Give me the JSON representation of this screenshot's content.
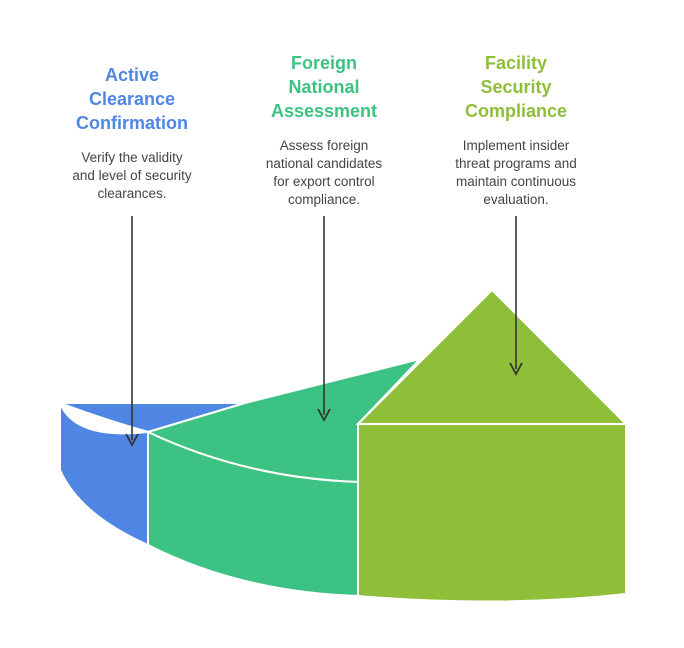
{
  "colors": {
    "blue": "#4f86e3",
    "green": "#3cc383",
    "olive": "#8fbe39",
    "text": "#444444",
    "arrow": "#333333"
  },
  "segments": [
    {
      "title": "Active\nClearance\nConfirmation",
      "description": "Verify the validity\nand level of security\nclearances.",
      "color": "blue"
    },
    {
      "title": "Foreign\nNational\nAssessment",
      "description": "Assess foreign\nnational candidates\nfor export control\ncompliance.",
      "color": "green"
    },
    {
      "title": "Facility\nSecurity\nCompliance",
      "description": "Implement insider\nthreat programs and\nmaintain continuous\nevaluation.",
      "color": "olive"
    }
  ]
}
